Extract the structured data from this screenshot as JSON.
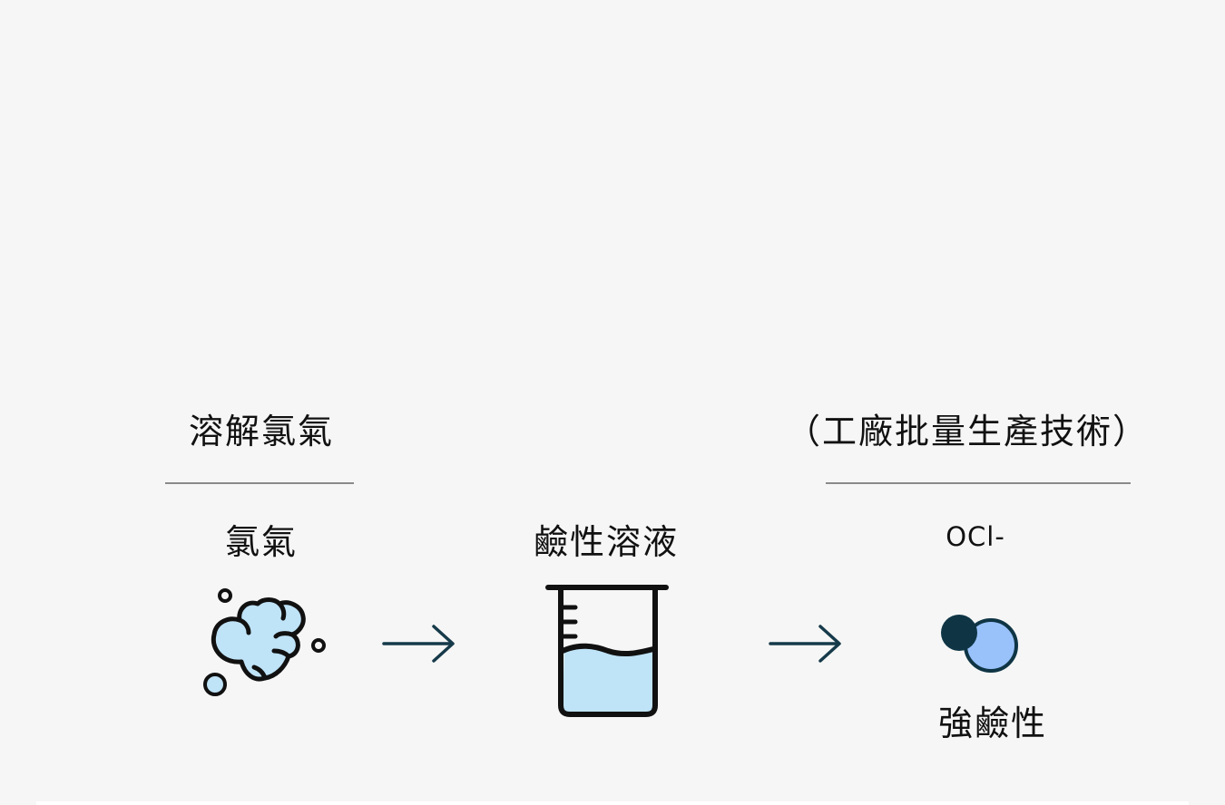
{
  "headings": {
    "left": "溶解氯氣",
    "right": "（工廠批量生產技術）"
  },
  "steps": {
    "chlorine": {
      "label": "氯氣",
      "icon": "gas-bubbles-icon"
    },
    "solution": {
      "label": "鹼性溶液",
      "icon": "beaker-icon"
    },
    "product": {
      "label": "OCl-",
      "icon": "hypochlorite-ion-icon",
      "caption": "強鹼性"
    }
  },
  "arrows": [
    "arrow-right-icon",
    "arrow-right-icon"
  ],
  "colors": {
    "background": "#f6f6f6",
    "stroke": "#111111",
    "light_blue": "#bfe3f7",
    "arrow": "#163a4a",
    "ion_dark": "#0f3545",
    "ion_light": "#99c2fb"
  }
}
